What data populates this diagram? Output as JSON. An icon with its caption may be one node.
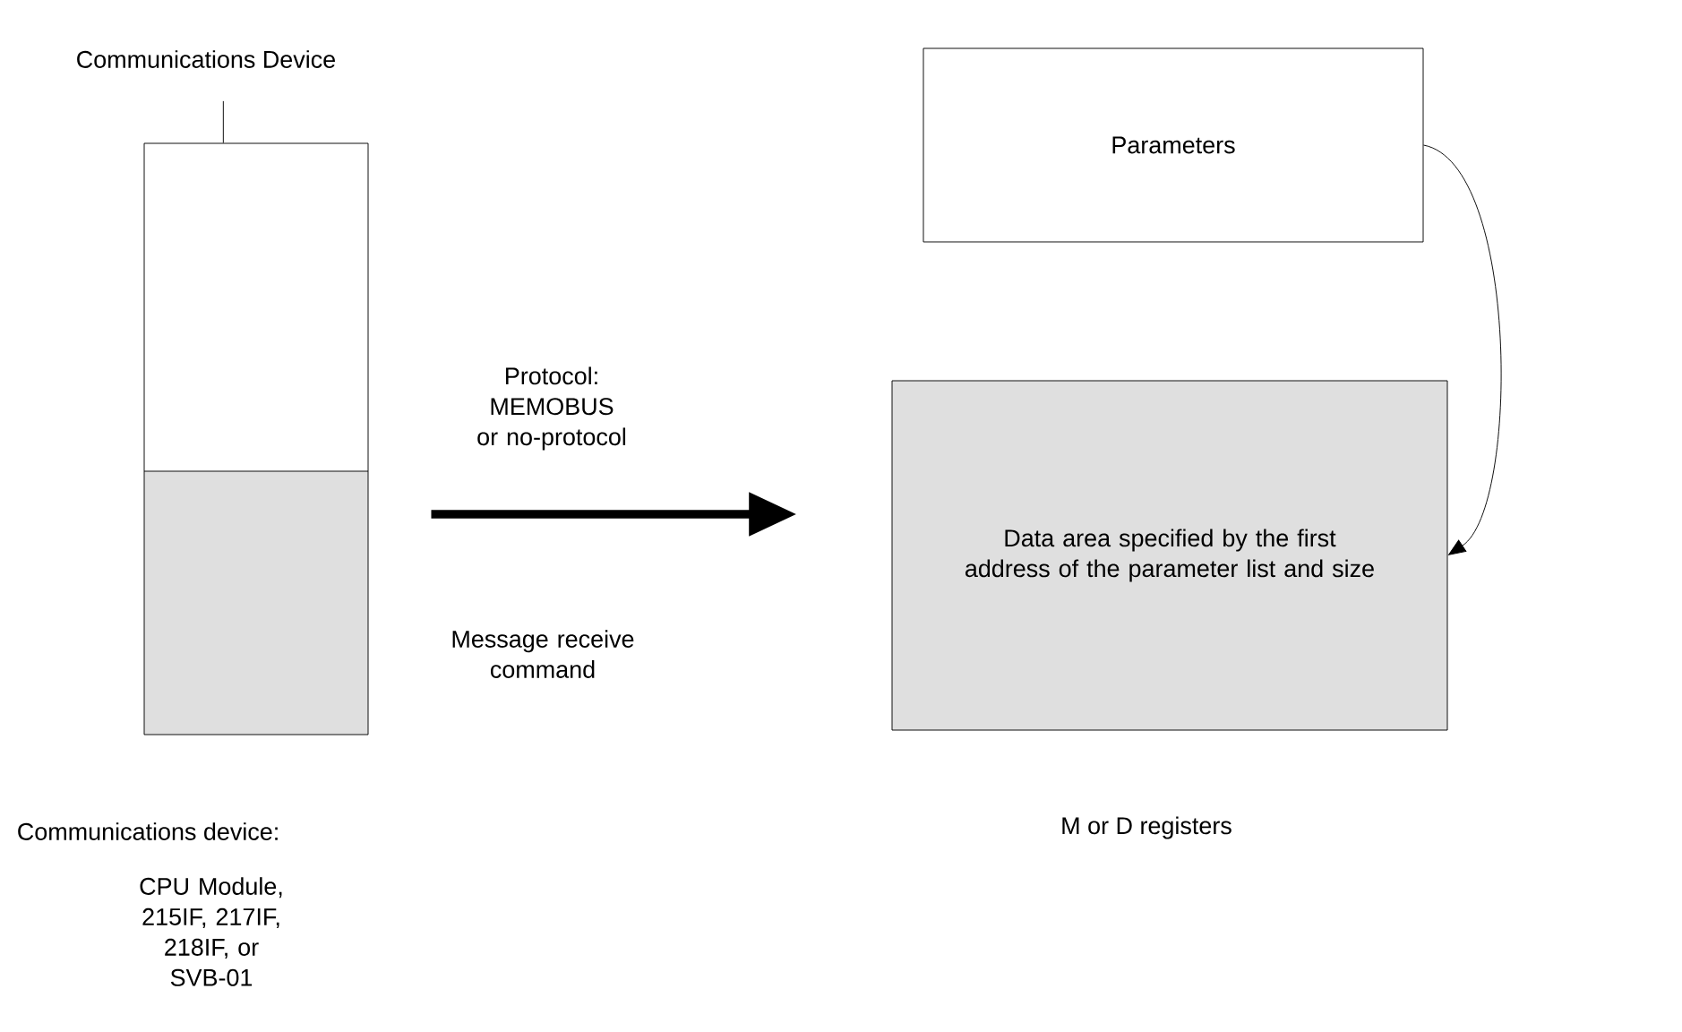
{
  "diagram": {
    "nodes": [
      {
        "text": [
          "Communications Device"
        ]
      },
      {
        "text": [],
        "shape": "box",
        "beside": [
          "Communications device:",
          "CPU Module, 215IF, 217IF, 218IF, or SVB-01"
        ]
      },
      {
        "text": [
          "Parameters"
        ]
      },
      {
        "text": [
          "Data area specified by the first address of the parameter list and size"
        ],
        "beside": [
          "M or D registers"
        ]
      }
    ],
    "edges": [
      {
        "from": 0,
        "to": 1,
        "arrow": "none"
      },
      {
        "from": 1,
        "to": 3,
        "arrow": "to",
        "style": "thick",
        "label": "Protocol: MEMOBUS or no-protocol"
      },
      {
        "from": 2,
        "to": 3,
        "arrow": "to"
      }
    ],
    "labels": [
      "Message receive command"
    ]
  }
}
